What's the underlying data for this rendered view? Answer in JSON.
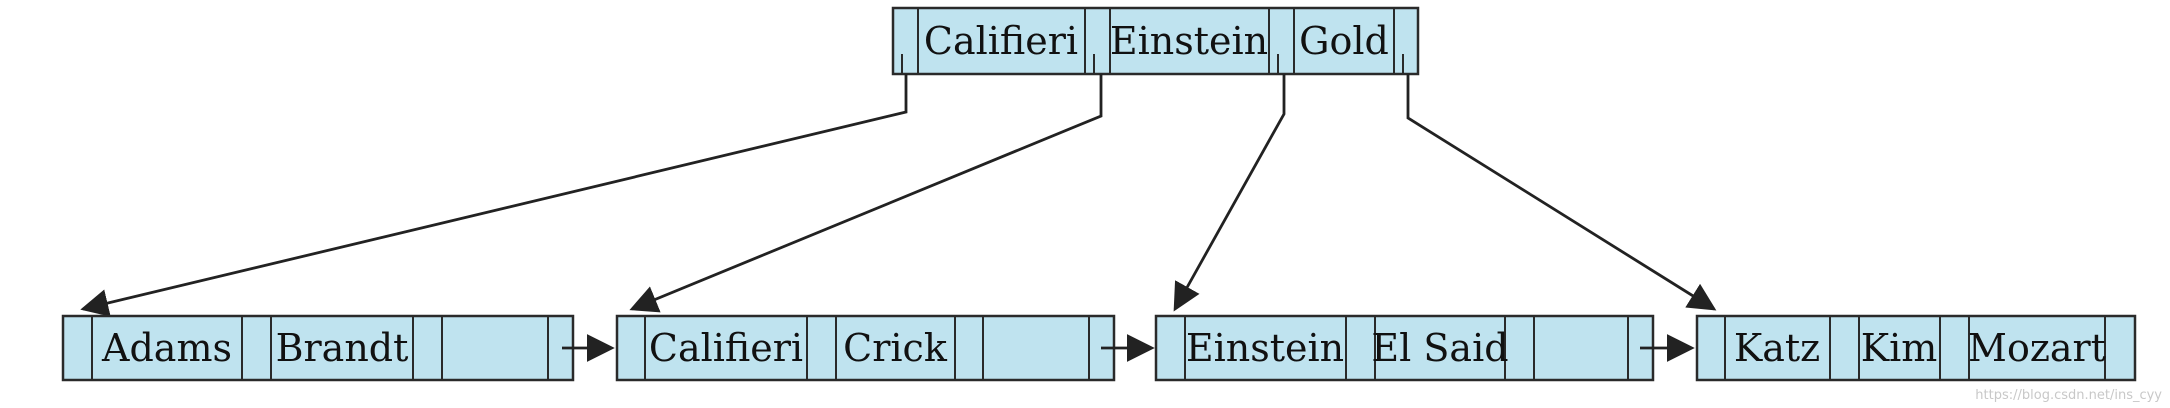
{
  "diagram": {
    "root": {
      "keys": [
        "Califieri",
        "Einstein",
        "Gold"
      ]
    },
    "leaves": [
      {
        "keys": [
          "Adams",
          "Brandt",
          ""
        ]
      },
      {
        "keys": [
          "Califieri",
          "Crick",
          ""
        ]
      },
      {
        "keys": [
          "Einstein",
          "El Said",
          ""
        ]
      },
      {
        "keys": [
          "Katz",
          "Kim",
          "Mozart"
        ]
      }
    ]
  },
  "watermark": "https://blog.csdn.net/ins_cyy"
}
